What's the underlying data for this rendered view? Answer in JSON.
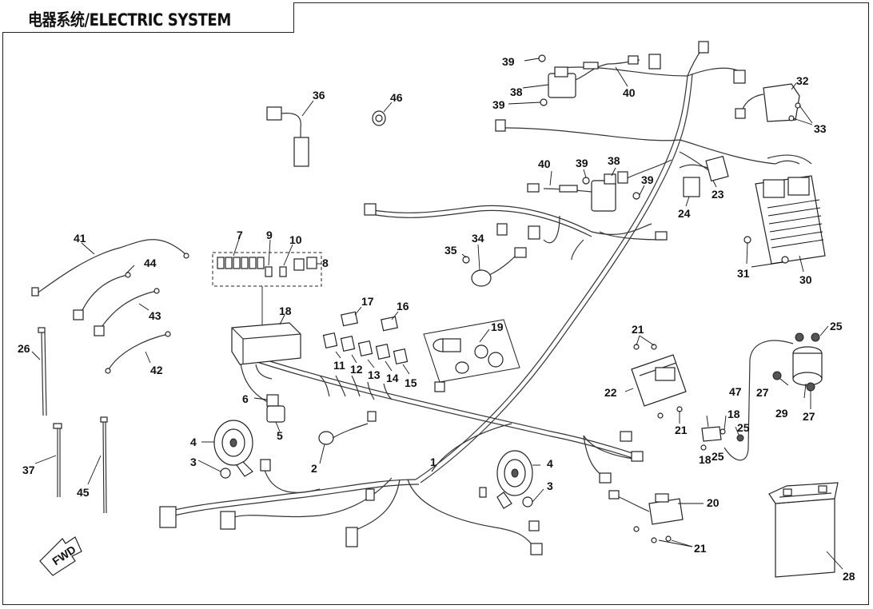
{
  "title": "电器系统/ELECTRIC SYSTEM",
  "callouts": {
    "c1": "1",
    "c2": "2",
    "c3a": "3",
    "c3b": "3",
    "c4a": "4",
    "c4b": "4",
    "c5": "5",
    "c6": "6",
    "c7": "7",
    "c8": "8",
    "c9": "9",
    "c10": "10",
    "c11": "11",
    "c12": "12",
    "c13": "13",
    "c14": "14",
    "c15": "15",
    "c16": "16",
    "c17": "17",
    "c18a": "18",
    "c18b": "18",
    "c18c": "18",
    "c19": "19",
    "c20": "20",
    "c21a": "21",
    "c21b": "21",
    "c21c": "21",
    "c22": "22",
    "c23": "23",
    "c24": "24",
    "c25a": "25",
    "c25b": "25",
    "c25c": "25",
    "c26": "26",
    "c27a": "27",
    "c27b": "27",
    "c28": "28",
    "c29": "29",
    "c30": "30",
    "c31": "31",
    "c32": "32",
    "c33": "33",
    "c34": "34",
    "c35": "35",
    "c36": "36",
    "c37": "37",
    "c38a": "38",
    "c38b": "38",
    "c39a": "39",
    "c39b": "39",
    "c39c": "39",
    "c39d": "39",
    "c40a": "40",
    "c40b": "40",
    "c41": "41",
    "c42": "42",
    "c43": "43",
    "c44": "44",
    "c45": "45",
    "c46": "46",
    "c47": "47"
  },
  "fwd_arrow": "FWD"
}
